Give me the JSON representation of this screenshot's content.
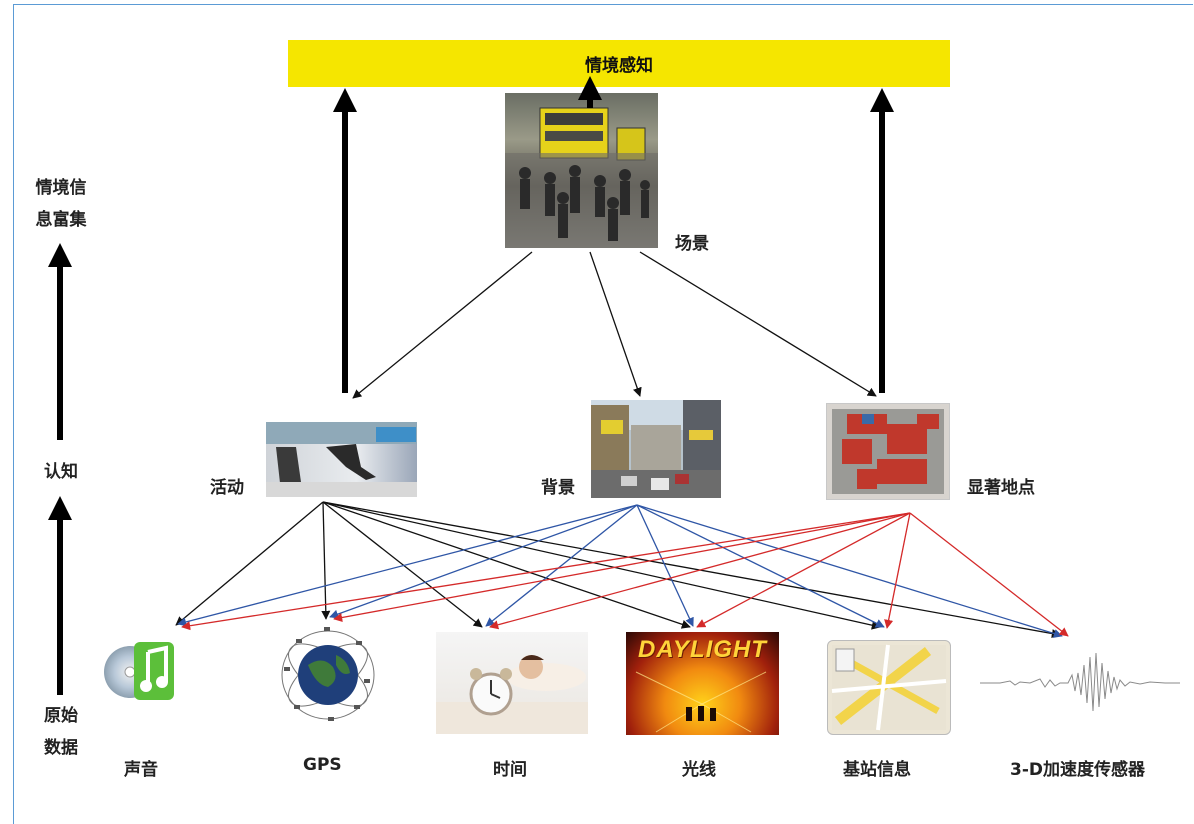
{
  "top": {
    "title": "情境感知"
  },
  "side_axis": {
    "top_label": "情境信息富集",
    "middle_label": "认知",
    "bottom_label": "原始数据"
  },
  "scene": {
    "label": "场景"
  },
  "mid_nodes": [
    {
      "id": "activity",
      "label": "活动"
    },
    {
      "id": "background",
      "label": "背景"
    },
    {
      "id": "places",
      "label": "显著地点"
    }
  ],
  "sensors": [
    {
      "id": "sound",
      "label": "声音"
    },
    {
      "id": "gps",
      "label": "GPS"
    },
    {
      "id": "time",
      "label": "时间"
    },
    {
      "id": "light",
      "label": "光线",
      "image_text": "DAYLIGHT"
    },
    {
      "id": "cell",
      "label": "基站信息"
    },
    {
      "id": "accel",
      "label": "3-D加速度传感器"
    }
  ],
  "colors": {
    "banner": "#f5e600",
    "activity_links": "#111111",
    "background_links": "#2f56a6",
    "places_links": "#d42a2a"
  }
}
